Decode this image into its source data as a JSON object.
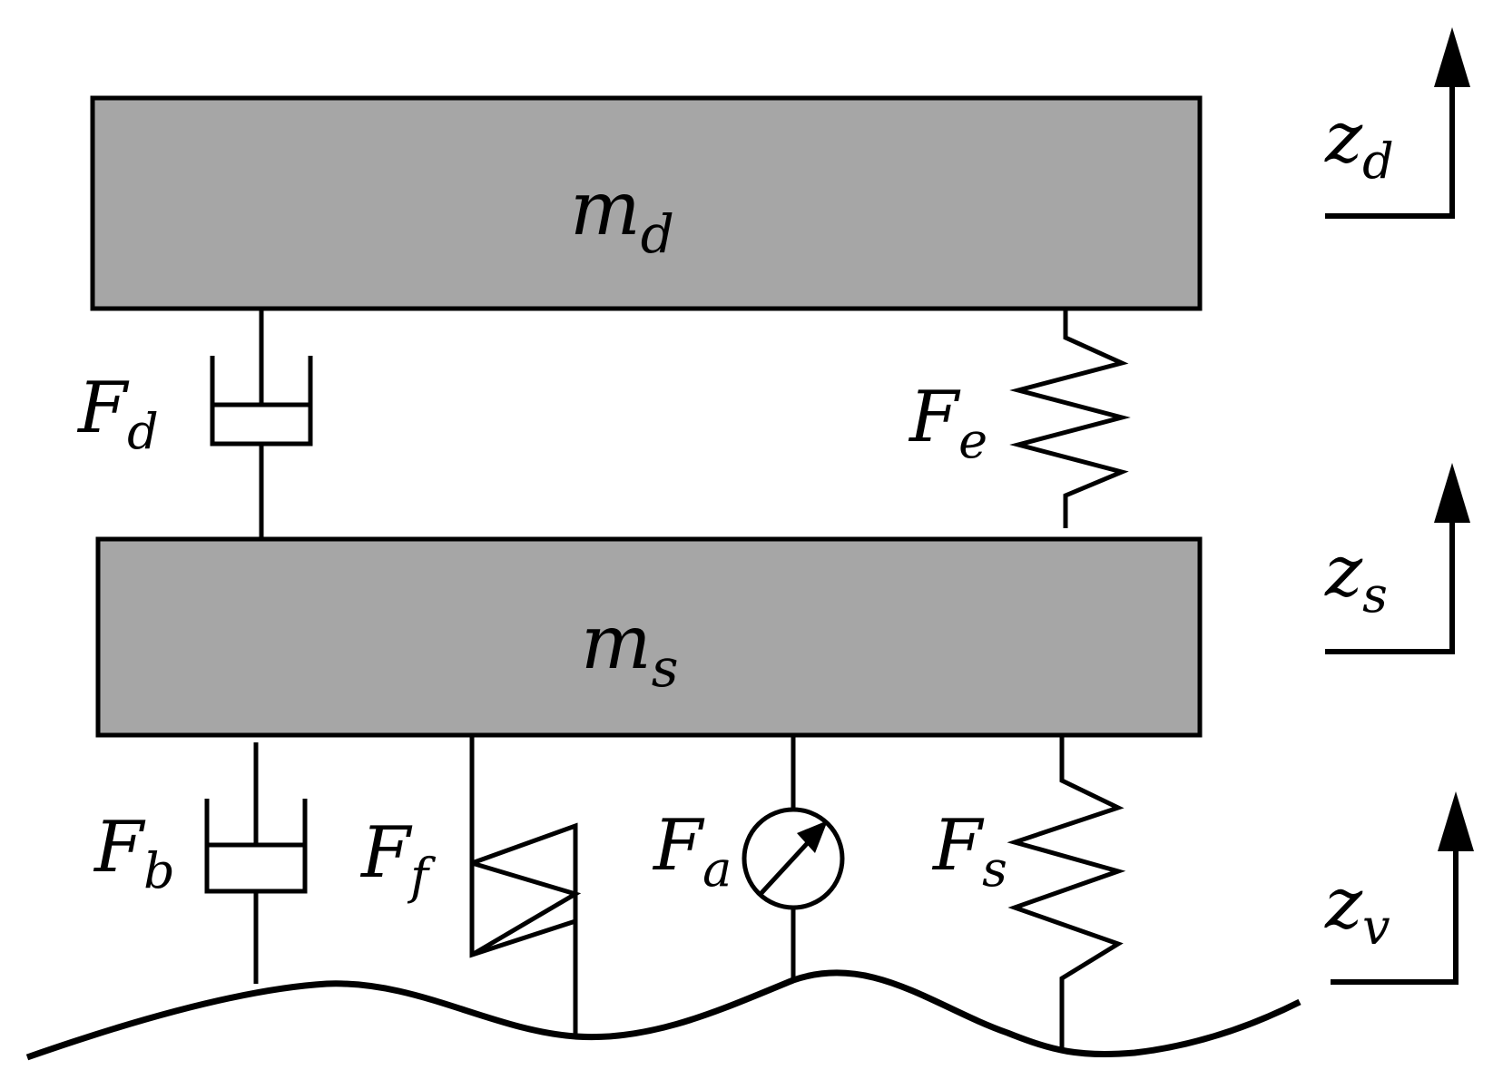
{
  "masses": {
    "top": {
      "symbol": "m",
      "subscript": "d"
    },
    "bottom": {
      "symbol": "m",
      "subscript": "s"
    }
  },
  "forces": {
    "fd": {
      "symbol": "F",
      "subscript": "d"
    },
    "fe": {
      "symbol": "F",
      "subscript": "e"
    },
    "fb": {
      "symbol": "F",
      "subscript": "b"
    },
    "ff": {
      "symbol": "F",
      "subscript": "f"
    },
    "fa": {
      "symbol": "F",
      "subscript": "a"
    },
    "fs": {
      "symbol": "F",
      "subscript": "s"
    }
  },
  "displacements": {
    "zd": {
      "symbol": "z",
      "subscript": "d"
    },
    "zs": {
      "symbol": "z",
      "subscript": "s"
    },
    "zv": {
      "symbol": "z",
      "subscript": "v"
    }
  },
  "colors": {
    "mass_fill": "#a6a6a6",
    "stroke": "#000000"
  }
}
